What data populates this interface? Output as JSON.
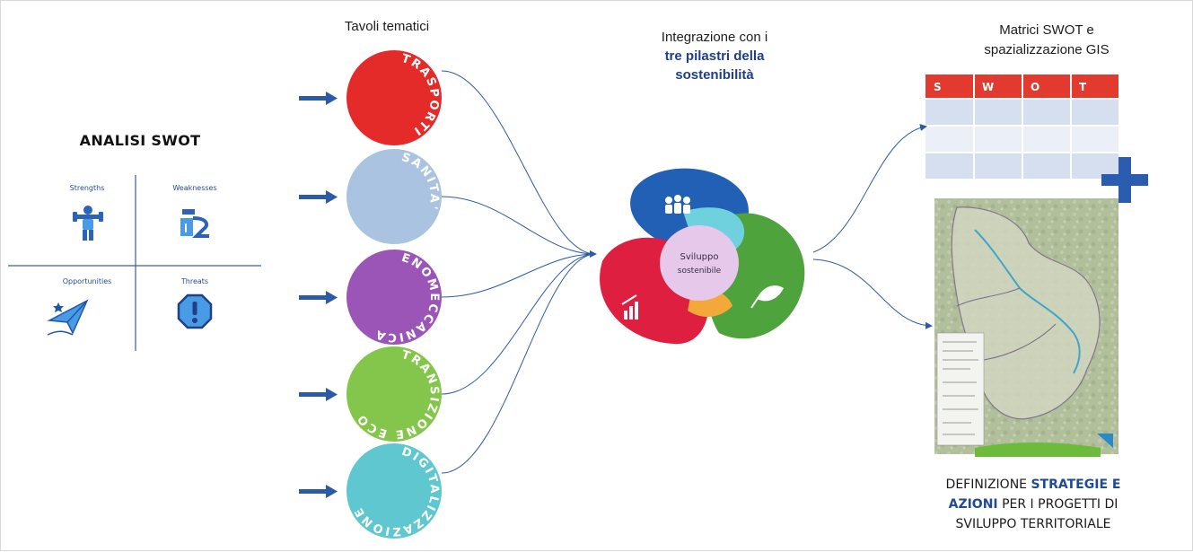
{
  "swot_panel": {
    "title": "ANALISI SWOT",
    "quadrants": [
      {
        "label": "Strengths",
        "icon": "strongman-icon"
      },
      {
        "label": "Weaknesses",
        "icon": "broken-scale-icon"
      },
      {
        "label": "Opportunities",
        "icon": "paper-plane-icon"
      },
      {
        "label": "Threats",
        "icon": "warning-sign-icon"
      }
    ]
  },
  "tables": {
    "heading": "Tavoli tematici",
    "items": [
      {
        "label": "TRASPORTI",
        "color": "#e52a2a"
      },
      {
        "label": "SANITA'",
        "color": "#a9c3e0"
      },
      {
        "label": "ENOMECCANICA",
        "color": "#9a55b6"
      },
      {
        "label": "TRANSIZIONE ECO",
        "color": "#84c64b"
      },
      {
        "label": "DIGITALIZZAZIONE",
        "color": "#5fc7cf"
      }
    ]
  },
  "integration": {
    "heading_line1": "Integrazione con i",
    "heading_bold1": "tre pilastri della",
    "heading_bold2": "sostenibilità",
    "center_line1": "Sviluppo",
    "center_line2": "sostenibile",
    "colors": {
      "blue": "#2160b4",
      "green": "#4ea33d",
      "red": "#de1f3f",
      "cyan": "#6fd0de",
      "orange": "#f5a83a",
      "pink": "#e6c8ea"
    }
  },
  "matrix": {
    "heading_line1": "Matrici SWOT e",
    "heading_line2": "spazializzazione GIS",
    "columns": [
      "S",
      "W",
      "O",
      "T"
    ],
    "header_color": "#e23a2e",
    "plus_color": "#2a5db0"
  },
  "conclusion": {
    "line1_plain": "DEFINIZIONE ",
    "line1_bold": "STRATEGIE E",
    "line2_bold": "AZIONI",
    "line2_plain": " PER I PROGETTI DI",
    "line3": "SVILUPPO TERRITORIALE"
  },
  "arrow_color": "#2a5aa8"
}
